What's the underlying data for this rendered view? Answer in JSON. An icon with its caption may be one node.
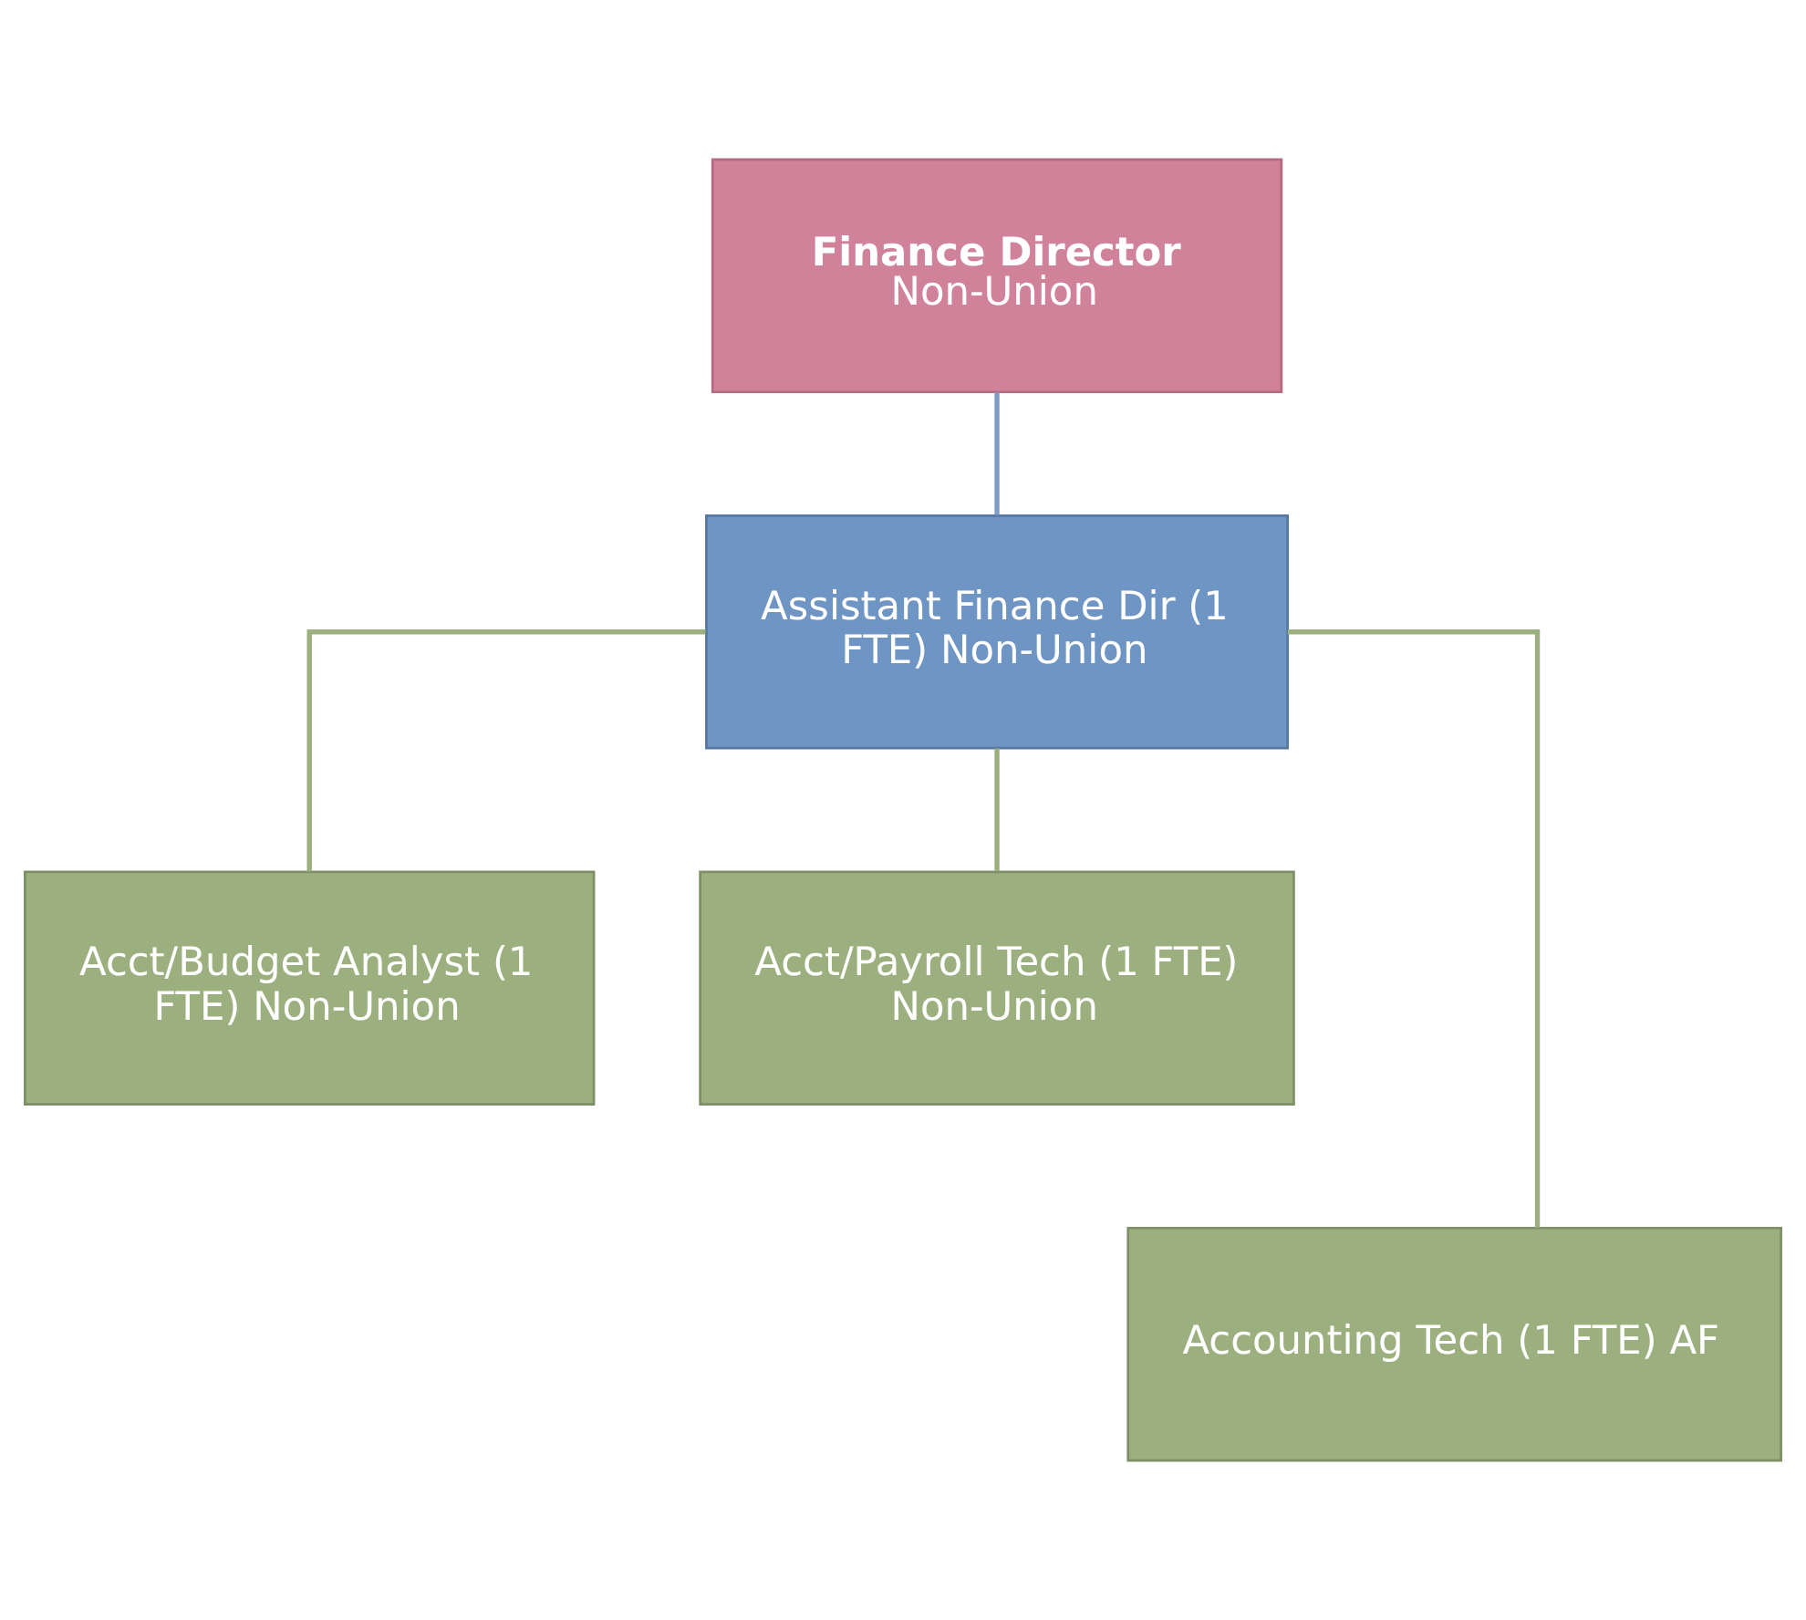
{
  "diagram": {
    "nodes": [
      {
        "text": [
          "Finance Director",
          "Non-Union"
        ]
      },
      {
        "text": [
          "Assistant Finance Dir (1 FTE) Non-Union"
        ]
      },
      {
        "text": [
          "Acct/Budget Analyst (1 FTE) Non-Union"
        ]
      },
      {
        "text": [
          "Acct/Payroll Tech (1 FTE) Non-Union"
        ]
      },
      {
        "text": [
          "Accounting Tech (1 FTE) AF"
        ]
      }
    ],
    "edges": [
      {
        "from": 0,
        "to": 1,
        "arrow": "none",
        "color": "#7f9cc8"
      },
      {
        "from": 1,
        "to": 2,
        "arrow": "none"
      },
      {
        "from": 1,
        "to": 3,
        "arrow": "none"
      },
      {
        "from": 1,
        "to": 4,
        "arrow": "none"
      }
    ]
  }
}
